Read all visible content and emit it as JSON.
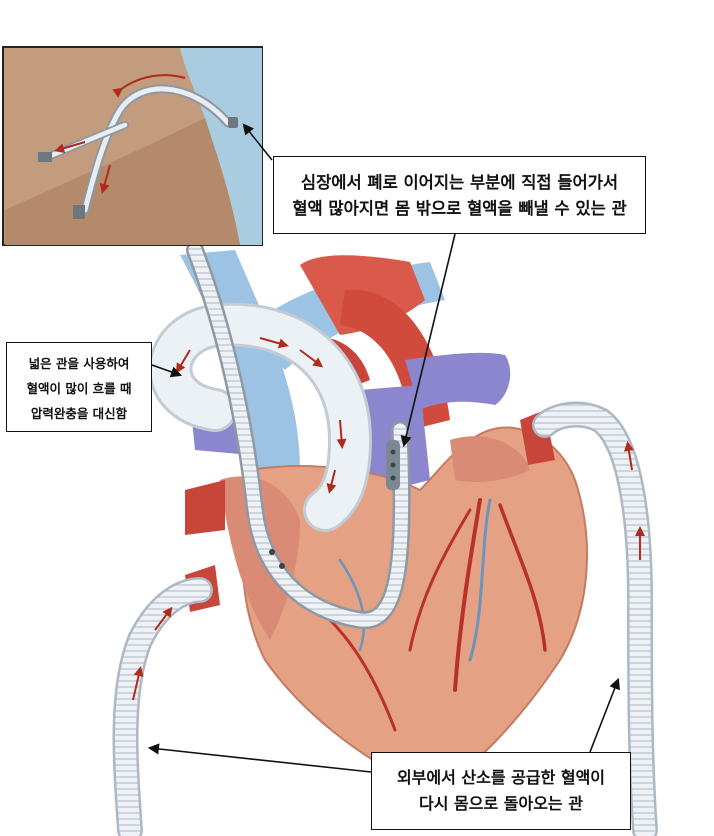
{
  "labels": {
    "top": {
      "line1": "심장에서 폐로 이어지는 부분에 직접 들어가서",
      "line2": "혈액 많아지면 몸 밖으로 혈액을 빼낼 수 있는 관"
    },
    "left": {
      "line1": "넓은 관을 사용하여",
      "line2": "혈액이 많이 흐를 때",
      "line3": "압력완충을 대신함"
    },
    "bottom": {
      "line1": "외부에서 산소를 공급한 혈액이",
      "line2": "다시 몸으로 돌아오는 관"
    }
  },
  "colors": {
    "heart_muscle": "#e4a184",
    "aorta": "#d95a4a",
    "artery_red": "#b8322a",
    "pulmonary_blue": "#9cc3e3",
    "vena_purple": "#8c86cf",
    "tube_white": "#ecf1f6",
    "inset_bg": "#c29c7c",
    "inset_sky": "#a9cce0",
    "flow_arrow": "#b02a1e"
  }
}
